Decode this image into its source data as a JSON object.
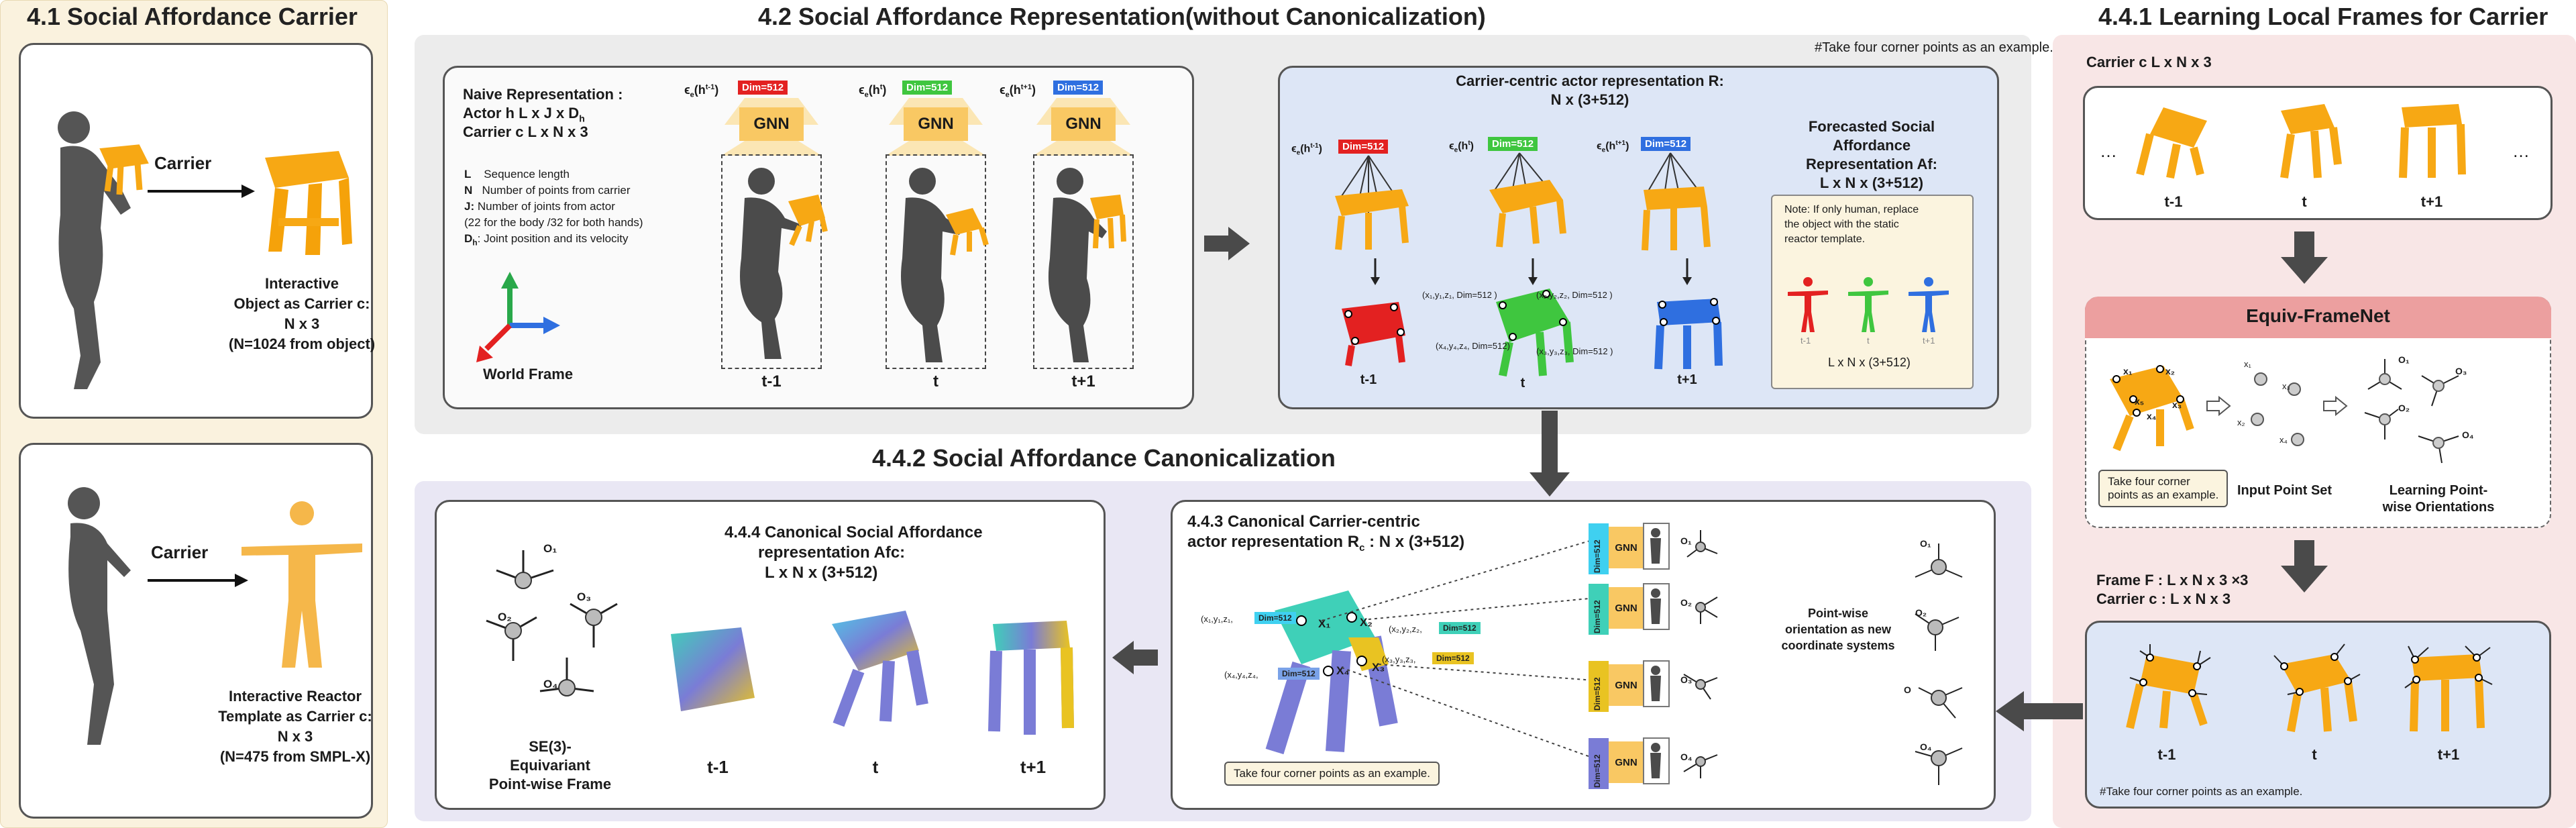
{
  "sections": {
    "carrier_title": "4.1 Social Affordance Carrier",
    "rep_title": "4.2 Social Affordance Representation(without Canonicalization)",
    "local_frames_title": "4.4.1 Learning Local Frames for Carrier",
    "canon_title": "4.4.2 Social Affordance Canonicalization"
  },
  "carrier": {
    "top_arrow": "Carrier",
    "top_caption": [
      "Interactive",
      "Object as Carrier c:",
      "N x 3",
      "(N=1024 from object)"
    ],
    "bottom_arrow": "Carrier",
    "bottom_caption": [
      "Interactive Reactor",
      "Template as Carrier c:",
      "N x 3",
      "(N=475 from SMPL-X)"
    ]
  },
  "naive": {
    "note": "#Take four corner points as an example.",
    "heading": "Naive Representation :",
    "actor": "Actor h    L x J x D",
    "actor_sub": "h",
    "carrier": "Carrier c   L x N x 3",
    "legend": [
      {
        "key": "L",
        "text": "Sequence length"
      },
      {
        "key": "N",
        "text": "Number of points from carrier"
      },
      {
        "key": "J:",
        "text": "Number of joints from actor"
      },
      {
        "key": "",
        "text": "(22 for the body /32 for both hands)"
      },
      {
        "key": "D",
        "sub": "h",
        "text": ": Joint position and its velocity"
      }
    ],
    "world_frame": "World Frame",
    "frames": [
      {
        "enc": "ϵ",
        "sup": "t-1",
        "dim": "Dim=512",
        "gnn": "GNN",
        "t": "t-1"
      },
      {
        "enc": "ϵ",
        "sup": "t",
        "dim": "Dim=512",
        "gnn": "GNN",
        "t": "t"
      },
      {
        "enc": "ϵ",
        "sup": "t+1",
        "dim": "Dim=512",
        "gnn": "GNN",
        "t": "t+1"
      }
    ]
  },
  "carrier_centric": {
    "title1": "Carrier-centric actor representation R:",
    "title2": "N x (3+512)",
    "dims": [
      "Dim=512",
      "Dim=512",
      "Dim=512"
    ],
    "tuples": [
      "(x₁,y₁,z₁, Dim=512 )",
      "(x₂,y₂,z₂, Dim=512 )",
      "(x₄,y₄,z₄, Dim=512)",
      "(x₃,y₃,z₃, Dim=512 )"
    ],
    "t_labels": [
      "t-1",
      "t",
      "t+1"
    ],
    "forecast_title": [
      "Forecasted Social",
      "Affordance",
      "Representation Af:",
      "L x N x (3+512)"
    ],
    "forecast_note": [
      "Note: If only human, replace",
      "the object with the  static",
      "reactor template."
    ],
    "forecast_t": [
      "t-1",
      "t",
      "t+1"
    ],
    "forecast_dims": "L x N x (3+512)"
  },
  "local_frames": {
    "carrier_label": "Carrier c   L x N x 3",
    "t_labels": [
      "t-1",
      "t",
      "t+1"
    ],
    "equiv_title": "Equiv-FrameNet",
    "equiv_note": [
      "Take four corner",
      "points as an example."
    ],
    "input_label": "Input Point Set",
    "learning_label": [
      "Learning Point-",
      "wise Orientations"
    ],
    "points": [
      "x₁",
      "x₂",
      "x₃",
      "x₄",
      "x₅"
    ],
    "orients": [
      "O₁",
      "O₂",
      "O₃",
      "O₄"
    ],
    "frame_label": "Frame F : L x N x 3 ×3",
    "carrier_label2": "Carrier c : L x N x 3",
    "bottom_t": [
      "t-1",
      "t",
      "t+1"
    ],
    "bottom_note": "#Take four corner points as an example."
  },
  "canonical_sa": {
    "title": [
      "4.4.4 Canonical Social Affordance",
      "representation Afc:",
      "L x N x (3+512)"
    ],
    "se3": [
      "SE(3)-",
      "Equivariant",
      "Point-wise Frame"
    ],
    "orients": [
      "O₁",
      "O₂",
      "O₃",
      "O₄"
    ],
    "t_labels": [
      "t-1",
      "t",
      "t+1"
    ]
  },
  "canonical_rep": {
    "title": [
      "4.4.3 Canonical Carrier-centric",
      "actor representation R_c : N x (3+512)"
    ],
    "tuples": [
      "(x₁,y₁,z₁,",
      "(x₂,y₂,z₂,",
      "(x₃,y₃,z₃,",
      "(x₄,y₄,z₄,"
    ],
    "dim": "Dim=512",
    "points": [
      "X₁",
      "X₂",
      "X₃",
      "X₄"
    ],
    "gnn": "GNN",
    "gnn_dim": "Dim=512",
    "orient_labels": [
      "O₁",
      "O₂",
      "O₃",
      "O₄"
    ],
    "pointwise": [
      "Point-wise",
      "orientation as new",
      "coordinate systems"
    ],
    "note": "Take four corner points as an example.",
    "right_orients": [
      "O₁",
      "O₂",
      "O",
      "O₄"
    ]
  },
  "colors": {
    "red": "#e32121",
    "green": "#3fc63f",
    "blue": "#2f6fe0",
    "orange": "#f7a814",
    "teal": "#3fd0b8",
    "purple": "#7a7cd6",
    "yellow": "#e9c322"
  }
}
